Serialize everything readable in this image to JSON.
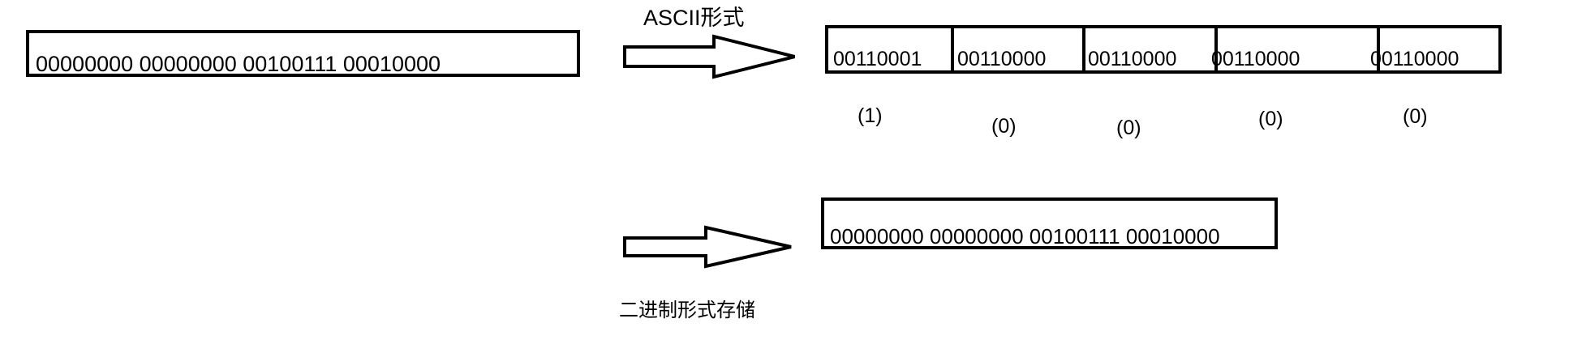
{
  "source": {
    "binary_text": "00000000 00000000 00100111 00010000"
  },
  "ascii_path": {
    "label": "ASCII形式",
    "cells": [
      {
        "bits": "00110001",
        "digit": "(1)"
      },
      {
        "bits": "00110000",
        "digit": "(0)"
      },
      {
        "bits": "00110000",
        "digit": "(0)"
      },
      {
        "bits": "00110000",
        "digit": "(0)"
      },
      {
        "bits": "00110000",
        "digit": "(0)"
      }
    ]
  },
  "binary_path": {
    "label": "二进制形式存储",
    "binary_text": "00000000 00000000 00100111 00010000"
  }
}
